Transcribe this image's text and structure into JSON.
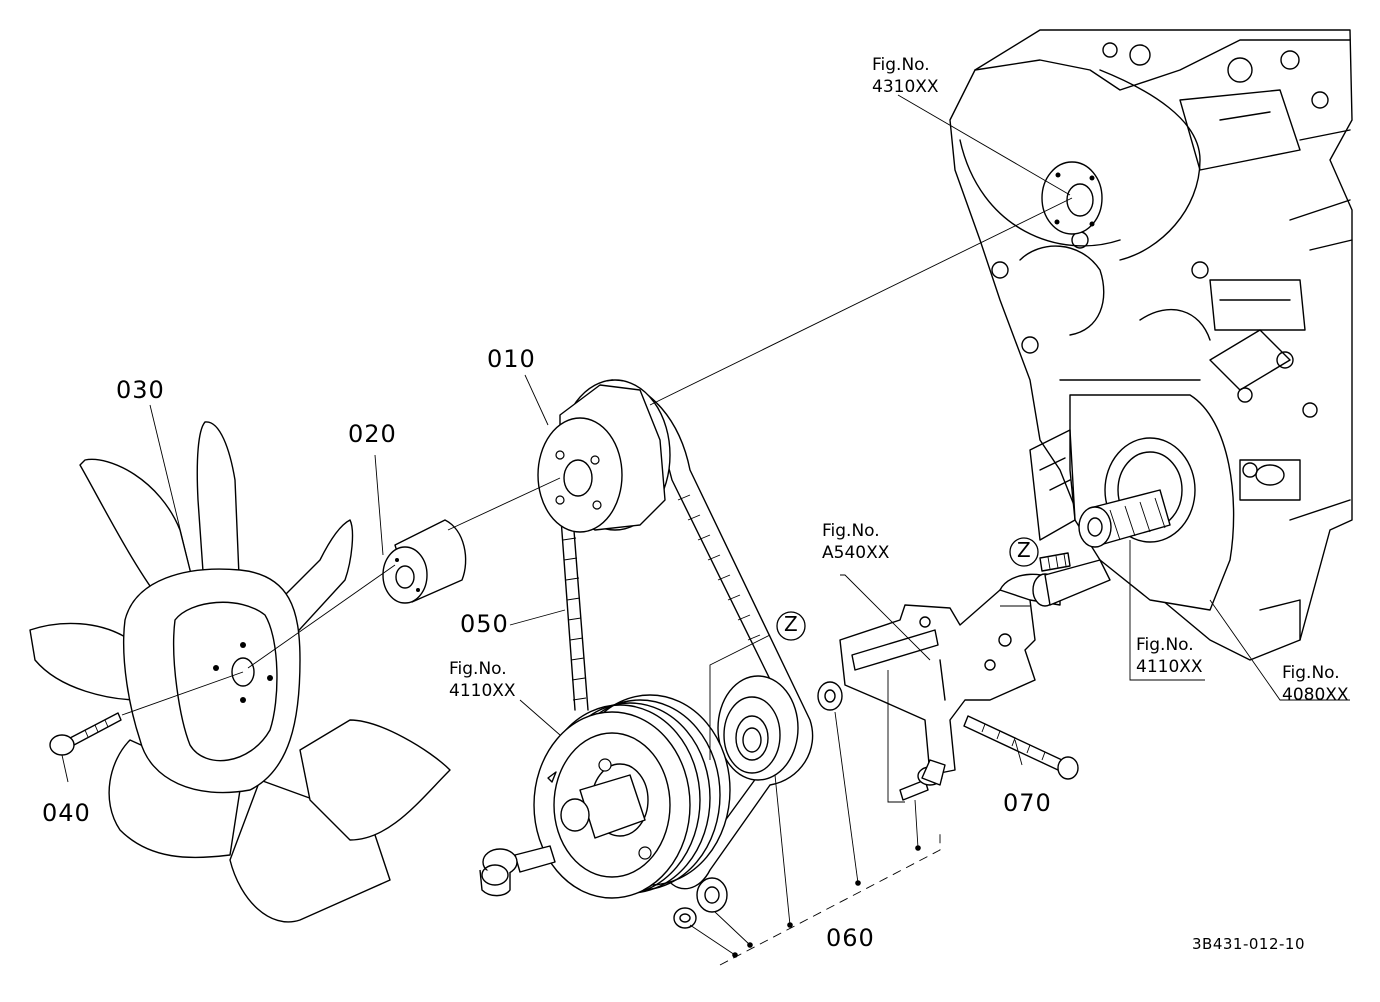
{
  "part_labels": {
    "p010": "010",
    "p020": "020",
    "p030": "030",
    "p040": "040",
    "p050": "050",
    "p060": "060",
    "p070": "070"
  },
  "figure_refs": {
    "water_pump": "Fig.No.\n4310XX",
    "crank_pulley": "Fig.No.\n4110XX",
    "alternator_bracket": "Fig.No.\nA540XX",
    "crankshaft": "Fig.No.\n4110XX",
    "gear_case": "Fig.No.\n4080XX"
  },
  "callouts": {
    "z_belt": "Z",
    "z_bracket": "Z"
  },
  "drawing_code": "3B431-012-10"
}
